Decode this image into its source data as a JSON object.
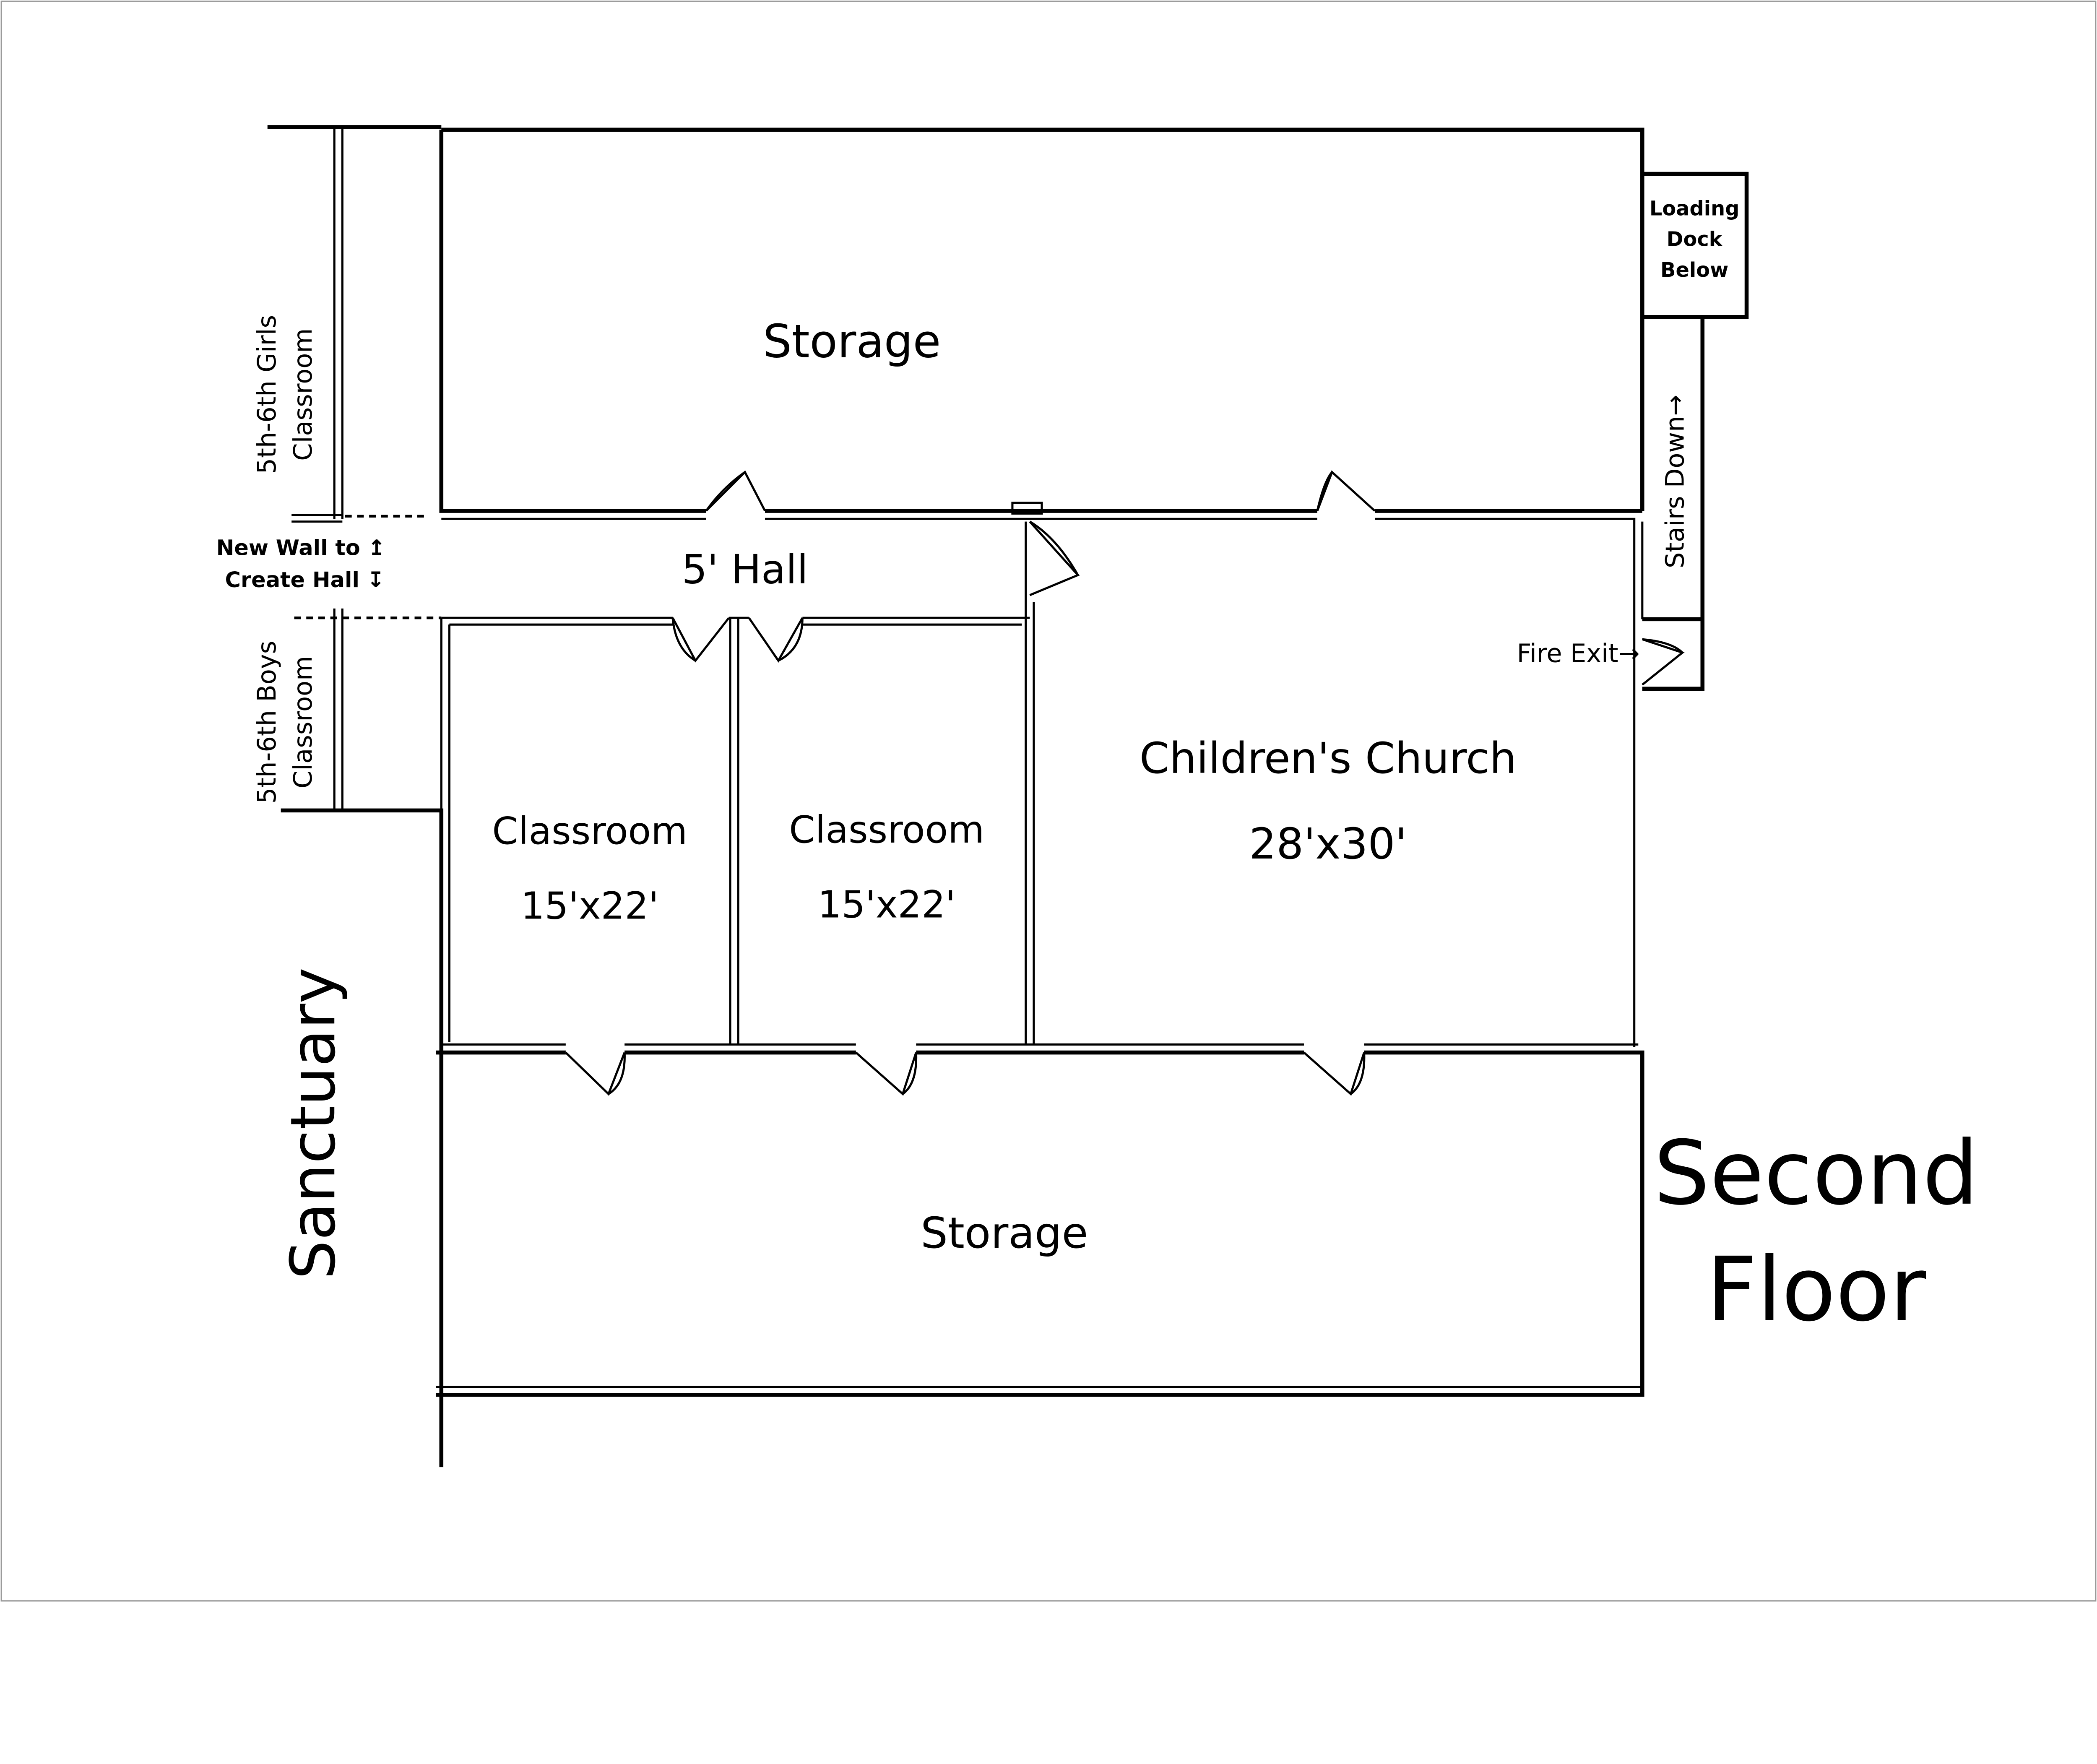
{
  "title": {
    "line1": "Second",
    "line2": "Floor"
  },
  "rooms": {
    "storage_top": "Storage",
    "hall": "5' Hall",
    "classroom_1": {
      "name": "Classroom",
      "size": "15'x22'"
    },
    "classroom_2": {
      "name": "Classroom",
      "size": "15'x22'"
    },
    "childrens_church": {
      "name": "Children's Church",
      "size": "28'x30'"
    },
    "storage_bottom": "Storage",
    "sanctuary": "Sanctuary",
    "girls_classroom": {
      "line1": "5th-6th Girls",
      "line2": "Classroom"
    },
    "boys_classroom": {
      "line1": "5th-6th Boys",
      "line2": "Classroom"
    },
    "loading_dock": {
      "line1": "Loading",
      "line2": "Dock",
      "line3": "Below"
    },
    "stairs": "Stairs Down→",
    "fire_exit": "Fire Exit→"
  },
  "annotations": {
    "new_wall_line1": "New Wall to ↥",
    "new_wall_line2": "Create Hall ↧"
  }
}
